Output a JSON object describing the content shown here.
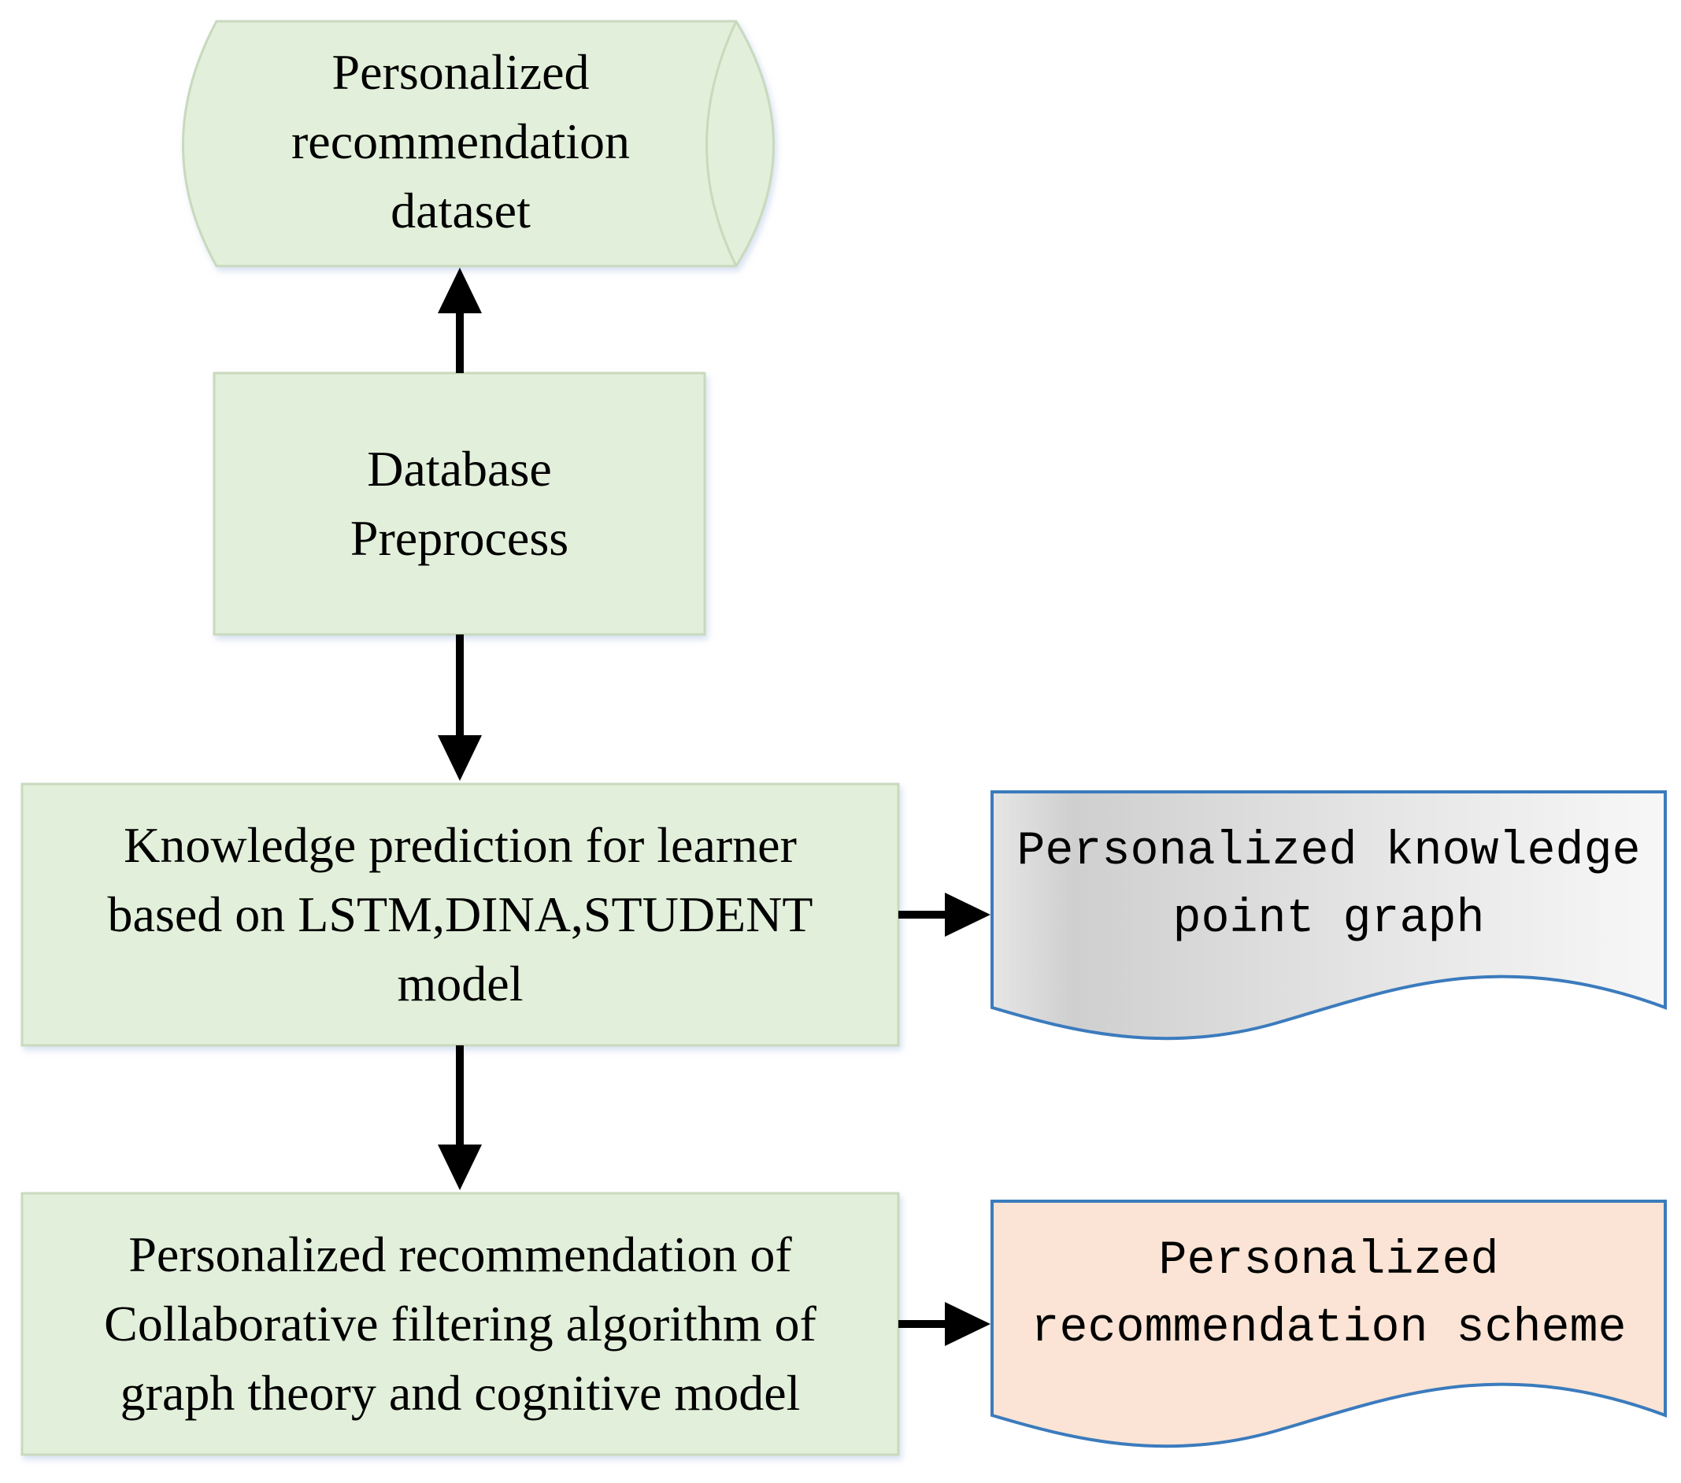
{
  "nodes": {
    "dataset": {
      "text": "Personalized\nrecommendation\ndataset"
    },
    "preprocess": {
      "text": "Database\nPreprocess"
    },
    "prediction": {
      "text": "Knowledge prediction for learner\nbased on LSTM,DINA,STUDENT\nmodel"
    },
    "recommendation": {
      "text": "Personalized recommendation of\nCollaborative filtering algorithm of\ngraph theory and cognitive model"
    },
    "knowledge_graph": {
      "text": "Personalized knowledge\npoint graph"
    },
    "scheme": {
      "text": "Personalized\nrecommendation scheme"
    }
  },
  "colors": {
    "process_fill": "#e2efda",
    "process_border": "#c9d9bd",
    "graph_doc_fill_dark": "#d0d0d0",
    "graph_doc_fill_light": "#f3f3f3",
    "doc_border": "#3b7bbd",
    "scheme_doc_fill": "#fbe4d5",
    "arrow": "#000000"
  }
}
